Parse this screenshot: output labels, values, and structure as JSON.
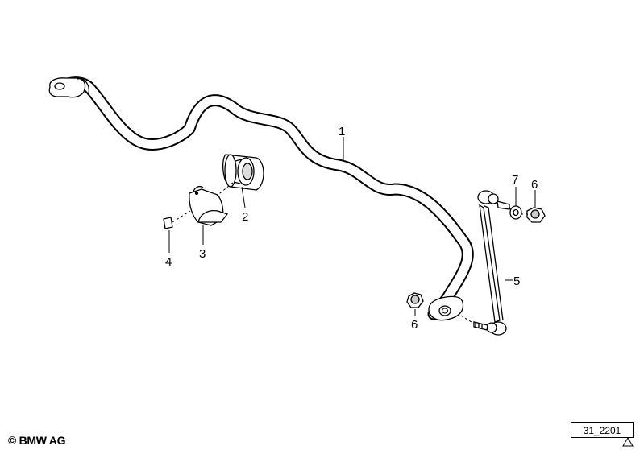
{
  "labels": {
    "part_1": "1",
    "part_2": "2",
    "part_3": "3",
    "part_4": "4",
    "part_5": "5",
    "part_6a": "6",
    "part_6b": "6",
    "part_7": "7"
  },
  "footer": {
    "copyright": "© BMW AG",
    "ref_number": "31_2201"
  }
}
